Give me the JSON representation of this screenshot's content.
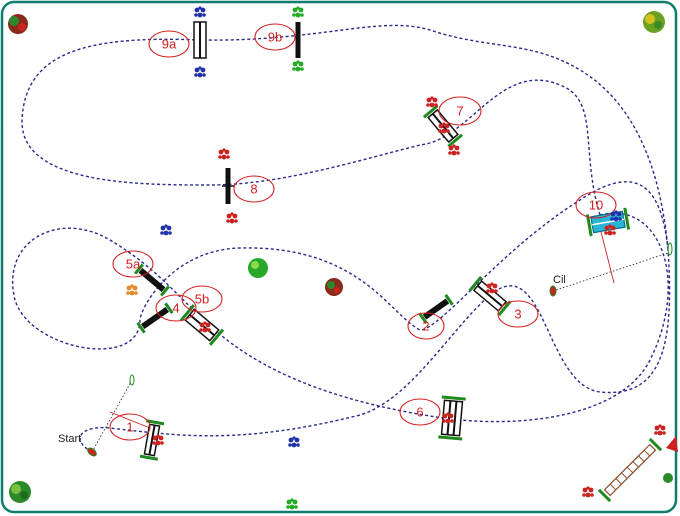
{
  "colors": {
    "frame": "#0e7d6e",
    "path": "#2a2a8a",
    "label": "#d42020",
    "obstacle_green": "#1f8a1f",
    "obstacle_highlight": "#29b5d6",
    "cone_red": "#cc2222",
    "cone_blue": "#2233aa",
    "cone_green": "#22aa22",
    "cone_orange": "#e08a2a"
  },
  "labels": {
    "start": "Start",
    "finish": "Cil"
  },
  "obstacles": [
    {
      "id": "1",
      "label": "1"
    },
    {
      "id": "2",
      "label": "2"
    },
    {
      "id": "3",
      "label": "3"
    },
    {
      "id": "4",
      "label": "4"
    },
    {
      "id": "5a",
      "label": "5a"
    },
    {
      "id": "5b",
      "label": "5b"
    },
    {
      "id": "6",
      "label": "6"
    },
    {
      "id": "7",
      "label": "7"
    },
    {
      "id": "8",
      "label": "8"
    },
    {
      "id": "9a",
      "label": "9a"
    },
    {
      "id": "9b",
      "label": "9b"
    },
    {
      "id": "10",
      "label": "10"
    }
  ],
  "decorations": [
    "tree-icon",
    "tree-icon",
    "tree-icon",
    "tree-icon",
    "tree-icon",
    "tree-icon",
    "flower-icon",
    "flower-icon",
    "flower-icon",
    "flower-icon",
    "flower-icon",
    "flower-icon",
    "flower-icon",
    "flower-icon",
    "flower-icon",
    "flower-icon",
    "flower-icon",
    "flower-icon",
    "flower-icon",
    "flower-icon",
    "flower-icon"
  ]
}
